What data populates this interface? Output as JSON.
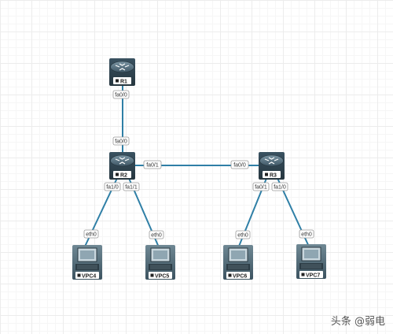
{
  "nodes": {
    "r1": {
      "label": "R1",
      "type": "router"
    },
    "r2": {
      "label": "R2",
      "type": "router"
    },
    "r3": {
      "label": "R3",
      "type": "router"
    },
    "vpc4": {
      "label": "VPC4",
      "type": "pc"
    },
    "vpc5": {
      "label": "VPC5",
      "type": "pc"
    },
    "vpc6": {
      "label": "VPC6",
      "type": "pc"
    },
    "vpc7": {
      "label": "VPC7",
      "type": "pc"
    }
  },
  "links": {
    "r1_r2": {
      "a_port": "fa0/0",
      "b_port": "fa0/0"
    },
    "r2_r3": {
      "a_port": "fa0/1",
      "b_port": "fa0/0"
    },
    "r2_vpc4": {
      "a_port": "fa1/0",
      "b_port": "eth0"
    },
    "r2_vpc5": {
      "a_port": "fa1/1",
      "b_port": "eth0"
    },
    "r3_vpc6": {
      "a_port": "fa0/1",
      "b_port": "eth0"
    },
    "r3_vpc7": {
      "a_port": "fa1/0",
      "b_port": "eth0"
    }
  },
  "watermark": {
    "text": "头条 @弱电"
  },
  "colors": {
    "link": "#2f7fa6",
    "router_body": "#3a4f5c",
    "pc_body": "#4a6470"
  }
}
